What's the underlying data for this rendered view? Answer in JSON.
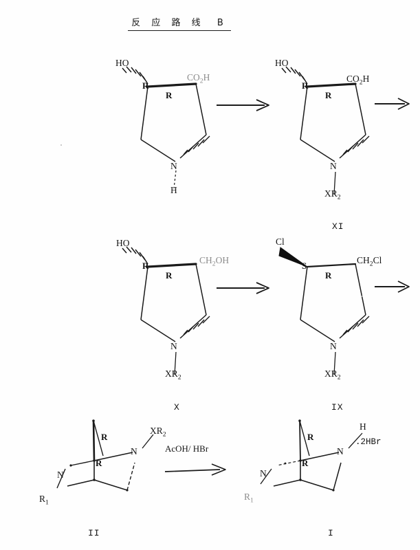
{
  "document": {
    "title_cjk": "反 应 路 线",
    "title_suffix": "B",
    "kind": "chemical-reaction-scheme"
  },
  "rows": [
    {
      "id": "row-1",
      "structures": [
        {
          "id": "structure-1",
          "core": "pyrrolidine",
          "substituents": {
            "hydroxyl": "HO",
            "c4_stereo": "R",
            "c2_stereo": "R",
            "acid_C": "CO",
            "acid_sub": "2",
            "acid_H": "H",
            "nitrogen": "N",
            "n_substituent": "H"
          },
          "roman_numeral": ""
        },
        {
          "id": "structure-XI",
          "core": "pyrrolidine",
          "substituents": {
            "hydroxyl": "HO",
            "c4_stereo": "R",
            "c2_stereo": "R",
            "acid_C": "CO",
            "acid_sub": "2",
            "acid_H": "H",
            "nitrogen": "N",
            "n_substituent": "XR",
            "n_sub_index": "2"
          },
          "roman_numeral": "XI"
        }
      ],
      "arrows": [
        {
          "id": "arrow-1a",
          "label": ""
        },
        {
          "id": "arrow-1b",
          "label": ""
        }
      ]
    },
    {
      "id": "row-2",
      "structures": [
        {
          "id": "structure-X",
          "core": "pyrrolidine",
          "substituents": {
            "hydroxyl": "HO",
            "c4_stereo": "R",
            "c2_stereo": "R",
            "side_chain": "CH",
            "side_chain_sub": "2",
            "side_chain_tail": "OH",
            "nitrogen": "N",
            "n_substituent": "XR",
            "n_sub_index": "2"
          },
          "roman_numeral": "X"
        },
        {
          "id": "structure-IX",
          "core": "pyrrolidine",
          "substituents": {
            "chloro": "Cl",
            "c4_stereo": "S",
            "c2_stereo": "R",
            "side_chain": "CH",
            "side_chain_sub": "2",
            "side_chain_tail": "Cl",
            "nitrogen": "N",
            "n_substituent": "XR",
            "n_sub_index": "2"
          },
          "roman_numeral": "IX"
        }
      ],
      "arrows": [
        {
          "id": "arrow-2a",
          "label": ""
        },
        {
          "id": "arrow-2b",
          "label": ""
        }
      ]
    },
    {
      "id": "row-3",
      "structures": [
        {
          "id": "structure-II",
          "core": "diazabicycle",
          "substituents": {
            "bridge_stereo_top": "R",
            "bridge_stereo_bottom": "R",
            "n_top": "N",
            "n_top_substituent": "XR",
            "n_top_sub_index": "2",
            "n_bottom": "N",
            "n_bottom_substituent": "R",
            "n_bottom_sub_index": "1"
          },
          "roman_numeral": "II"
        },
        {
          "id": "structure-I",
          "core": "diazabicycle",
          "substituents": {
            "bridge_stereo_top": "R",
            "bridge_stereo_bottom": "R",
            "n_top": "N",
            "n_top_substituent": "H",
            "n_bottom": "N",
            "n_bottom_substituent": "R",
            "n_bottom_sub_index": "1",
            "salt": ".2HBr"
          },
          "roman_numeral": "I"
        }
      ],
      "arrows": [
        {
          "id": "arrow-3a",
          "label": "AcOH/ HBr"
        }
      ]
    }
  ],
  "colors": {
    "ink": "#1a1a1a",
    "paper": "#fefefe",
    "faded_ink": "#8c8c8c"
  }
}
